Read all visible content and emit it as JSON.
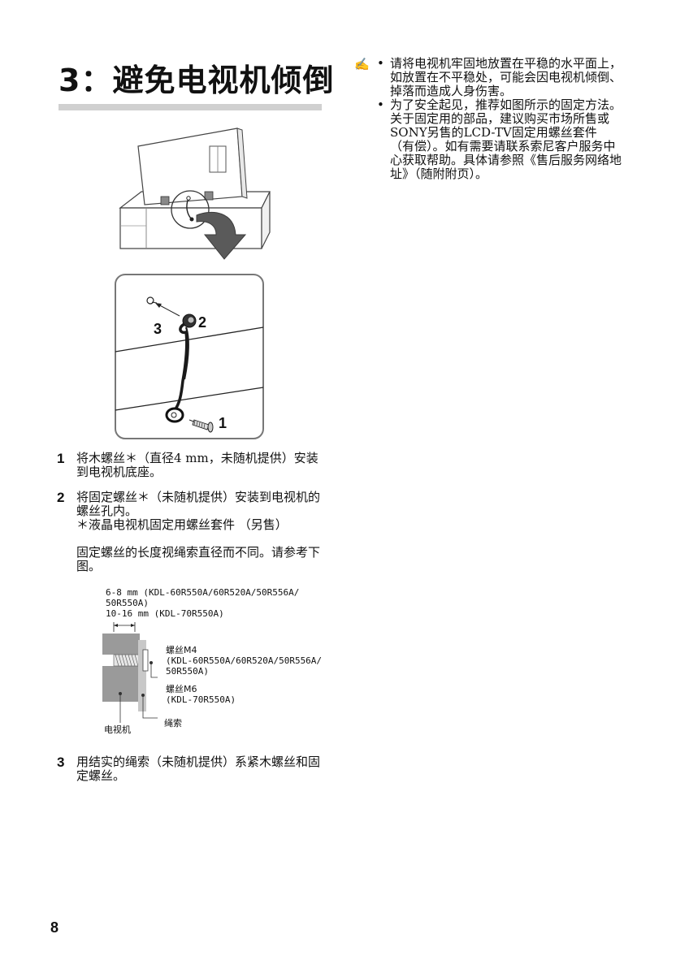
{
  "title": "3：避免电视机倾倒",
  "illustration": {
    "callout_labels": [
      "3",
      "2",
      "1"
    ]
  },
  "steps": [
    {
      "num": "1",
      "text": "将木螺丝＊（直径4 mm，未随机提供）安装到电视机底座。"
    },
    {
      "num": "2",
      "text": "将固定螺丝＊（未随机提供）安装到电视机的螺丝孔内。",
      "footnote": "＊液晶电视机固定用螺丝套件 （另售）",
      "extra": "固定螺丝的长度视绳索直径而不同。请参考下图。"
    },
    {
      "num": "3",
      "text": "用结实的绳索（未随机提供）系紧木螺丝和固定螺丝。"
    }
  ],
  "screw_figure": {
    "length_line1": "6-8 mm (KDL-60R550A/60R520A/50R556A/",
    "length_line2": "50R550A)",
    "length_line3": "10-16 mm (KDL-70R550A)",
    "m4_line1": "螺丝M4",
    "m4_line2": "(KDL-60R550A/60R520A/50R556A/",
    "m4_line3": "50R550A)",
    "m6_line1": "螺丝M6",
    "m6_line2": "(KDL-70R550A)",
    "cord_label": "绳索",
    "tv_label": "电视机"
  },
  "notes": {
    "icon": "note-pencil-icon",
    "icon_glyph": "✍",
    "bullet_glyph": "•",
    "items": [
      "请将电视机牢固地放置在平稳的水平面上，如放置在不平稳处，可能会因电视机倾倒、掉落而造成人身伤害。",
      "为了安全起见，推荐如图所示的固定方法。关于固定用的部品，建议购买市场所售或SONY另售的LCD-TV固定用螺丝套件 （有偿）。如有需要请联系索尼客户服务中心获取帮助。具体请参照《售后服务网络地址》（随附附页）。"
    ]
  },
  "page_number": "8"
}
